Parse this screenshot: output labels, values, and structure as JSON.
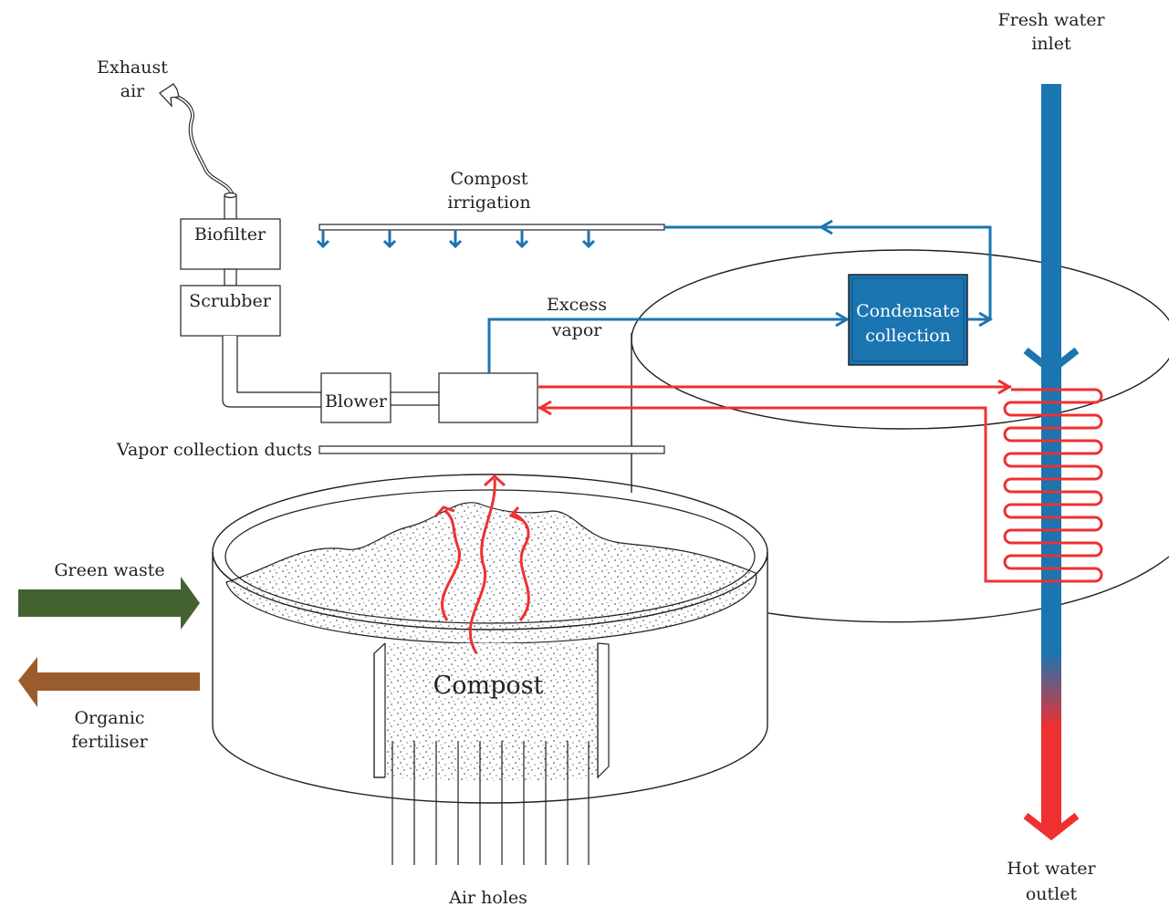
{
  "labels": {
    "exhaust_air": [
      "Exhaust",
      "air"
    ],
    "compost_irrigation": [
      "Compost",
      "irrigation"
    ],
    "excess_vapor": [
      "Excess",
      "vapor"
    ],
    "fresh_water_inlet": [
      "Fresh water",
      "inlet"
    ],
    "hot_water_outlet": [
      "Hot water",
      "outlet"
    ],
    "vapor_collection_ducts": "Vapor collection ducts",
    "green_waste": "Green waste",
    "organic_fertiliser": [
      "Organic",
      "fertiliser"
    ],
    "compost": "Compost",
    "air_holes": "Air holes"
  },
  "boxes": {
    "biofilter": "Biofilter",
    "scrubber": "Scrubber",
    "blower": "Blower",
    "condensate": [
      "Condensate",
      "collection"
    ]
  },
  "colors": {
    "water_blue": "#1b75b1",
    "hot_red": "#ef3030",
    "green_waste": "#44622f",
    "fertiliser_brown": "#9a5c2d",
    "condensate_fill": "#1b75b1"
  }
}
